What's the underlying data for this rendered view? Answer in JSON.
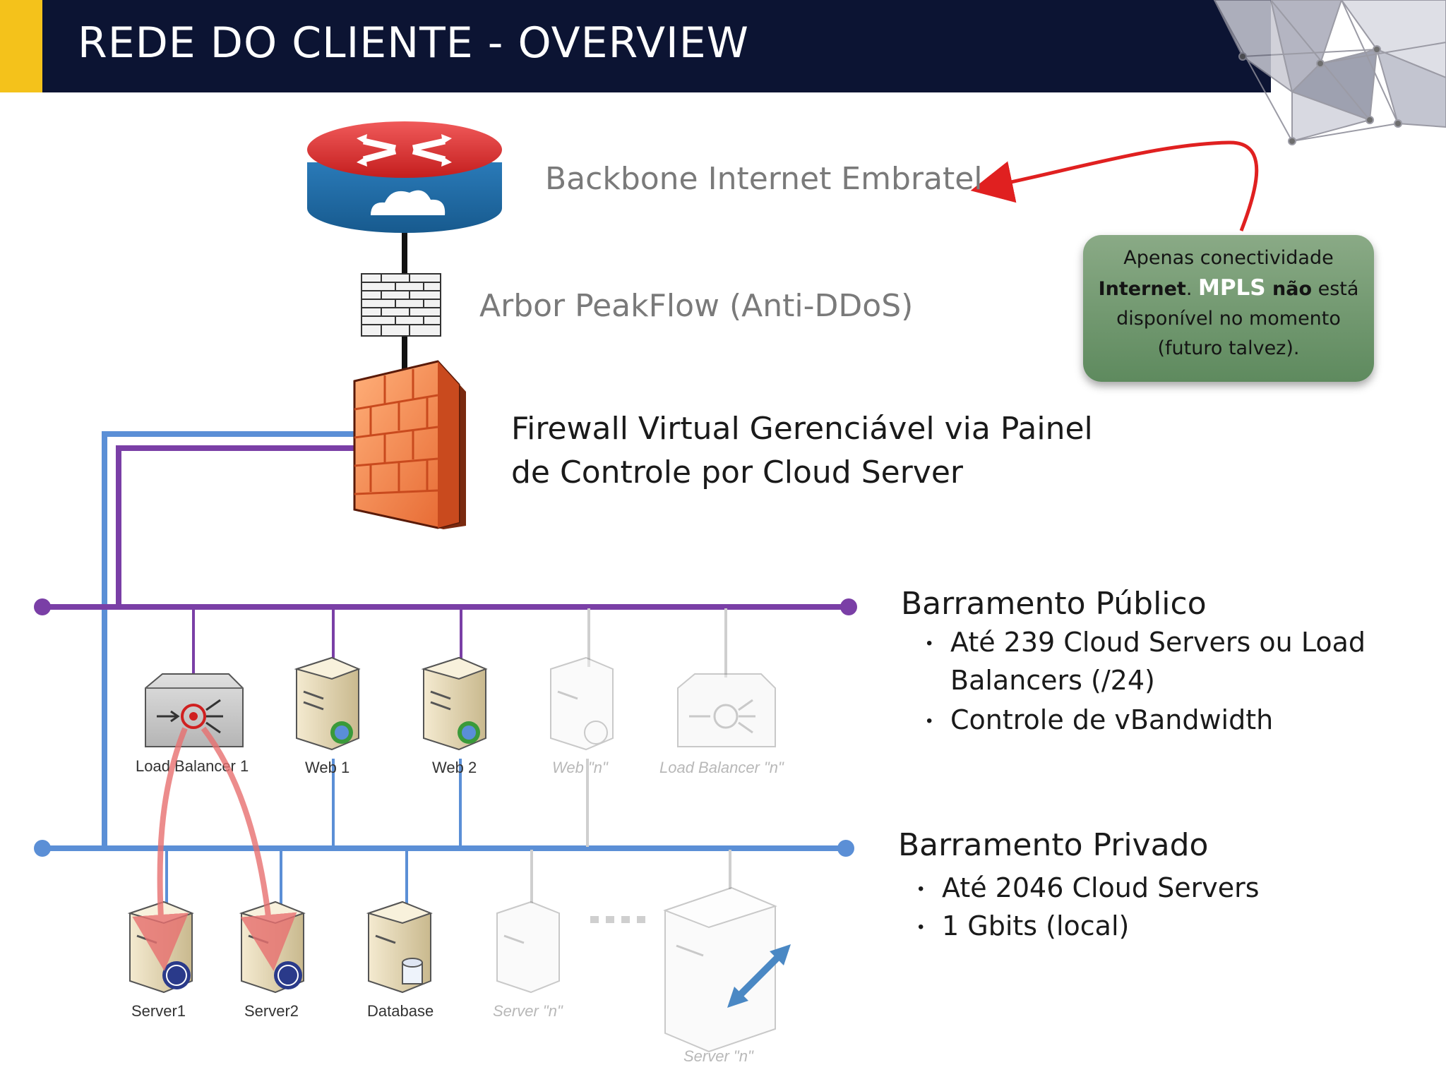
{
  "header": {
    "title": "REDE DO CLIENTE - OVERVIEW"
  },
  "labels": {
    "backbone": "Backbone Internet Embratel",
    "arbor": "Arbor PeakFlow (Anti-DDoS)",
    "firewall_line1": "Firewall Virtual Gerenciável via Painel",
    "firewall_line2": "de Controle por Cloud Server"
  },
  "callout": {
    "line1": "Apenas conectividade",
    "internet": "Internet",
    "period": ". ",
    "mpls": "MPLS",
    "nao": " não",
    "esta": " está",
    "line3": "disponível no momento",
    "line4": "(futuro talvez)."
  },
  "public_bus": {
    "title": "Barramento Público",
    "bullets": [
      "Até 239 Cloud Servers ou Load",
      "Balancers (/24)",
      "Controle de vBandwidth"
    ]
  },
  "private_bus": {
    "title": "Barramento Privado",
    "bullets": [
      "Até 2046 Cloud Servers",
      "1 Gbits (local)"
    ]
  },
  "nodes": {
    "lb1": "Load Balancer 1",
    "web1": "Web 1",
    "web2": "Web 2",
    "webn": "Web \"n\"",
    "lbn": "Load Balancer \"n\"",
    "server1": "Server1",
    "server2": "Server2",
    "database": "Database",
    "servern": "Server \"n\"",
    "servern2": "Server \"n\""
  },
  "colors": {
    "public_bus": "#7a3fa6",
    "private_bus": "#5b8fd6",
    "arrow": "#e02020",
    "header": "#0c1433",
    "accent": "#f4c21b"
  }
}
